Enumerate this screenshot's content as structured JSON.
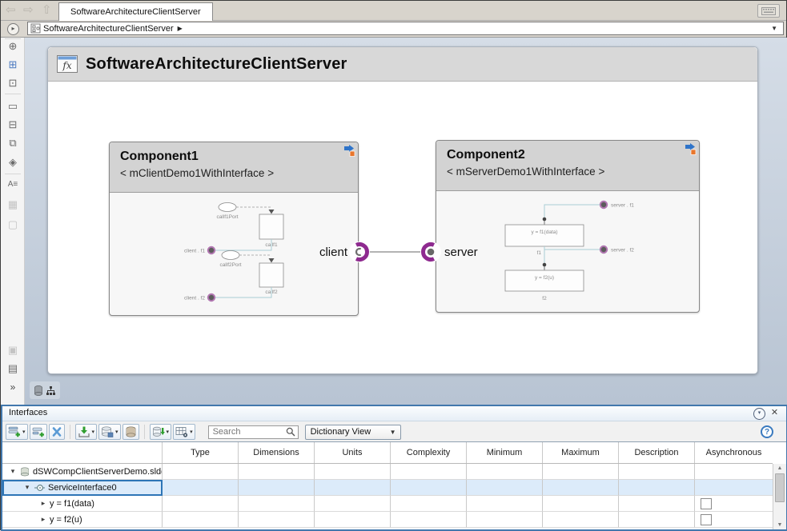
{
  "window": {
    "tab_title": "SoftwareArchitectureClientServer"
  },
  "nav_icons": {
    "back": "⇦",
    "forward": "⇨",
    "up": "⇧",
    "explore": "▸",
    "crumb_play": "▶",
    "crumb_drop": "▼"
  },
  "breadcrumb": {
    "model": "SoftwareArchitectureClientServer"
  },
  "left_toolbar": {
    "items": [
      {
        "name": "zoom-in",
        "glyph": "⊕"
      },
      {
        "name": "fit-to-view",
        "glyph": "⊞"
      },
      {
        "name": "zoom-region",
        "glyph": "⊡"
      },
      {
        "name": "viewmark",
        "glyph": "▭"
      },
      {
        "name": "signal-io",
        "glyph": "⊟"
      },
      {
        "name": "copy-view",
        "glyph": "⧉"
      },
      {
        "name": "auto-arrange",
        "glyph": "◈"
      },
      {
        "name": "annotation",
        "glyph": "A≡"
      },
      {
        "name": "image-annotation",
        "glyph": "▦"
      },
      {
        "name": "area-annotation",
        "glyph": "▢"
      },
      {
        "name": "screenshot",
        "glyph": "▣"
      },
      {
        "name": "model-browser",
        "glyph": "▤"
      },
      {
        "name": "expand-rail",
        "glyph": "»"
      }
    ]
  },
  "canvas": {
    "title": "SoftwareArchitectureClientServer",
    "fx_glyph": "fx",
    "client_label": "client",
    "server_label": "server",
    "component1": {
      "name": "Component1",
      "model": "< mClientDemo1WithInterface >",
      "preview": {
        "port1": "callf1Port",
        "block1": "callf1",
        "in1": "client . f1",
        "port2": "callf2Port",
        "block2": "callf2",
        "in2": "client . f2"
      }
    },
    "component2": {
      "name": "Component2",
      "model": "< mServerDemo1WithInterface >",
      "preview": {
        "out1": "server . f1",
        "expr1": "y = f1(data)",
        "fn1": "f1",
        "out2": "server . f2",
        "expr2": "y = f2(u)",
        "fn2": "f2"
      }
    }
  },
  "interfaces": {
    "title": "Interfaces",
    "search_placeholder": "Search",
    "view_selected": "Dictionary View",
    "help": "?",
    "glyphs": {
      "expanded": "▾",
      "collapsed": "▸",
      "minimize": "▾",
      "close": "✕"
    },
    "columns": [
      "",
      "Type",
      "Dimensions",
      "Units",
      "Complexity",
      "Minimum",
      "Maximum",
      "Description",
      "Asynchronous"
    ],
    "rows": [
      {
        "label": "dSWCompClientServerDemo.sldd"
      },
      {
        "label": "ServiceInterface0"
      },
      {
        "label": "y = f1(data)"
      },
      {
        "label": "y = f2(u)"
      }
    ]
  }
}
